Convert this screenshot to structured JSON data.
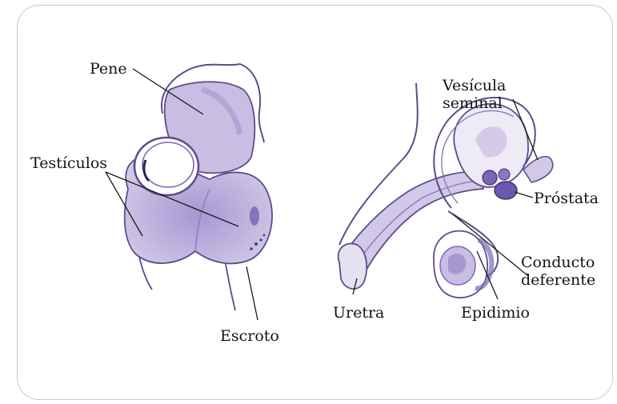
{
  "colors": {
    "fill": "#c3b6de",
    "fill_dark": "#8b78c2",
    "organ": "#7a66b6",
    "outline": "#5c4d8c",
    "frame": "#c9c9c9",
    "leader": "#1a1a1a"
  },
  "left_figure": {
    "labels": {
      "pene": "Pene",
      "testiculos": "Testículos",
      "escroto": "Escroto"
    }
  },
  "right_figure": {
    "labels": {
      "vesicula_line1": "Vesícula",
      "vesicula_line2": "seminal",
      "prostata": "Próstata",
      "conducto_line1": "Conducto",
      "conducto_line2": "deferente",
      "uretra": "Uretra",
      "epididimio": "Epidimio"
    }
  }
}
